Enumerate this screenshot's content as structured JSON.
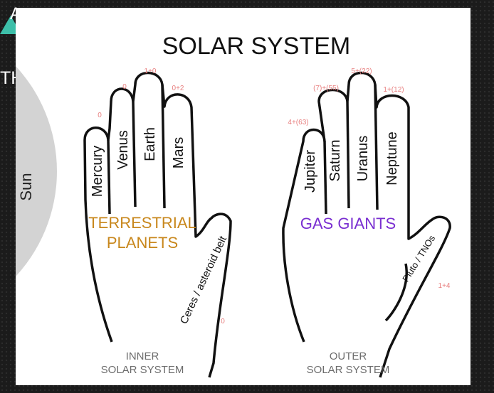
{
  "slide": {
    "fragment_a": "A",
    "fragment_th": "TH"
  },
  "diagram": {
    "title": "SOLAR SYSTEM",
    "sun_label": "Sun",
    "colors": {
      "background": "#1b1b1b",
      "card": "#ffffff",
      "sun_disc": "#d3d3d3",
      "accent_triangle": "#3dbfa9",
      "terrestrial": "#c8871c",
      "gas_giants": "#7a2fd1",
      "moon_counts": "#e88080",
      "caption": "#6d6d6d"
    },
    "inner": {
      "fingers": [
        {
          "name": "Mercury",
          "moons": "0"
        },
        {
          "name": "Venus",
          "moons": "0"
        },
        {
          "name": "Earth",
          "moons": "1+0"
        },
        {
          "name": "Mars",
          "moons": "0+2"
        }
      ],
      "thumb": {
        "name": "Ceres / asteroid belt",
        "moons": "0"
      },
      "palm_label_line1": "TERRESTRIAL",
      "palm_label_line2": "PLANETS",
      "caption_line1": "INNER",
      "caption_line2": "SOLAR SYSTEM"
    },
    "outer": {
      "fingers": [
        {
          "name": "Jupiter",
          "moons": "4+(63)"
        },
        {
          "name": "Saturn",
          "moons": "(7)+(55)"
        },
        {
          "name": "Uranus",
          "moons": "5+(22)"
        },
        {
          "name": "Neptune",
          "moons": "1+(12)"
        }
      ],
      "thumb": {
        "name": "Pluto / TNOs",
        "moons": "1+4"
      },
      "palm_label": "GAS GIANTS",
      "caption_line1": "OUTER",
      "caption_line2": "SOLAR SYSTEM"
    }
  }
}
